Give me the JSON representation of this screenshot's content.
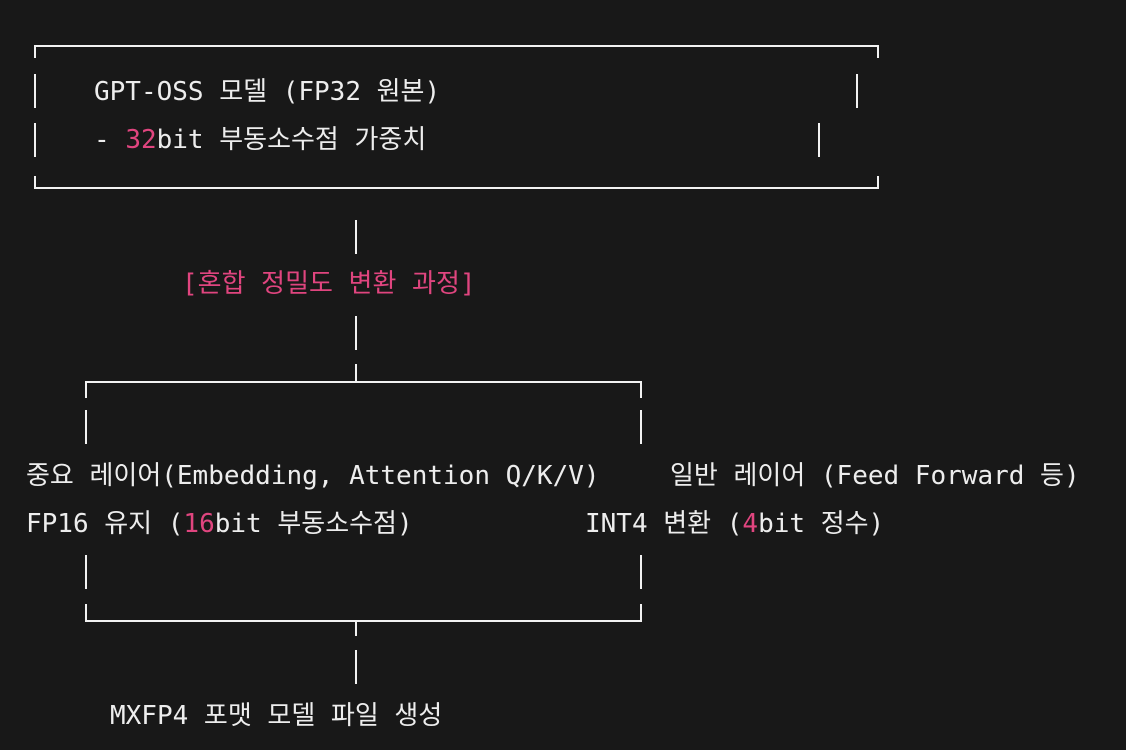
{
  "colors": {
    "background": "#181818",
    "text": "#ededed",
    "highlight": "#e0457f",
    "line": "#f2f2f2"
  },
  "source_box": {
    "title": "GPT-OSS 모델 (FP32 원본)",
    "detail_prefix": "- ",
    "detail_number": "32",
    "detail_suffix": "bit 부동소수점 가중치"
  },
  "process_label": "[혼합 정밀도 변환 과정]",
  "branches": {
    "left": {
      "heading": "중요 레이어(Embedding, Attention Q/K/V)",
      "detail_prefix": "FP16 유지 (",
      "detail_number": "16",
      "detail_suffix": "bit 부동소수점)"
    },
    "right": {
      "heading": "일반 레이어 (Feed Forward 등)",
      "detail_prefix": "INT4 변환 (",
      "detail_number": "4",
      "detail_suffix": "bit 정수)"
    }
  },
  "result_label": "MXFP4 포맷 모델 파일 생성"
}
